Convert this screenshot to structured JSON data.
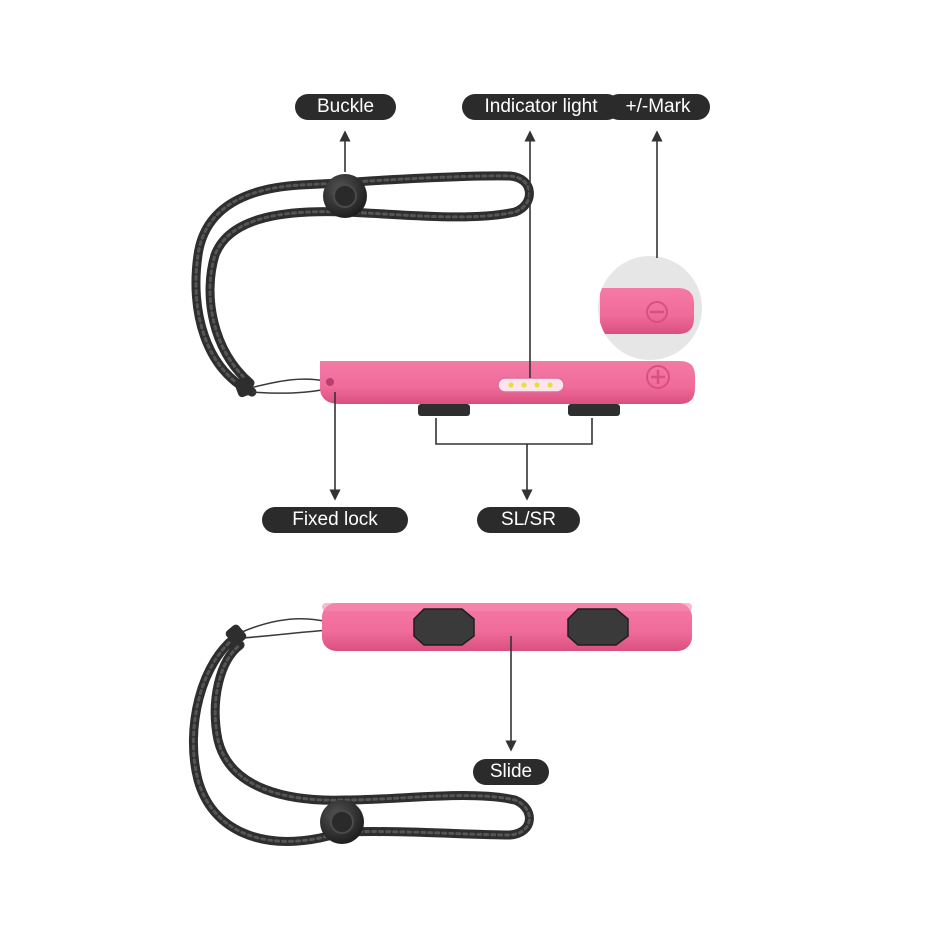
{
  "labels": {
    "buckle": "Buckle",
    "indicator_light": "Indicator light",
    "plus_minus_mark": "+/-Mark",
    "fixed_lock": "Fixed lock",
    "sl_sr": "SL/SR",
    "slide": "Slide"
  },
  "colors": {
    "strap_body": "#f06b9a",
    "strap_body_dark": "#e0517f",
    "rope": "#2e2e2e",
    "indicator_led": "#e6e13a",
    "label_bg": "#2b2b2b",
    "label_text": "#ffffff",
    "callout_line": "#333333"
  },
  "icons": [
    "buckle-icon",
    "indicator-light-icon",
    "minus-mark-icon",
    "plus-mark-icon",
    "sl-button-icon",
    "sr-button-icon"
  ]
}
